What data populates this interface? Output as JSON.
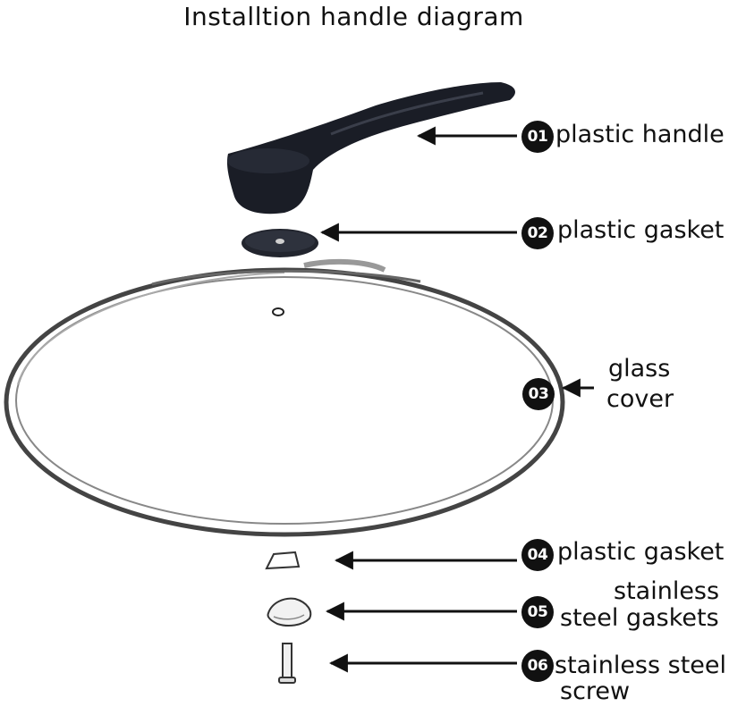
{
  "title": "Installtion handle diagram",
  "parts": [
    {
      "number": "01",
      "label": "plastic handle"
    },
    {
      "number": "02",
      "label": "plastic gasket"
    },
    {
      "number": "03",
      "label_line1": "glass",
      "label_line2": "cover"
    },
    {
      "number": "04",
      "label": "plastic gasket"
    },
    {
      "number": "05",
      "label_line1": "stainless",
      "label_line2": "steel gaskets"
    },
    {
      "number": "06",
      "label_line1": "stainless steel",
      "label_line2": "screw"
    }
  ]
}
